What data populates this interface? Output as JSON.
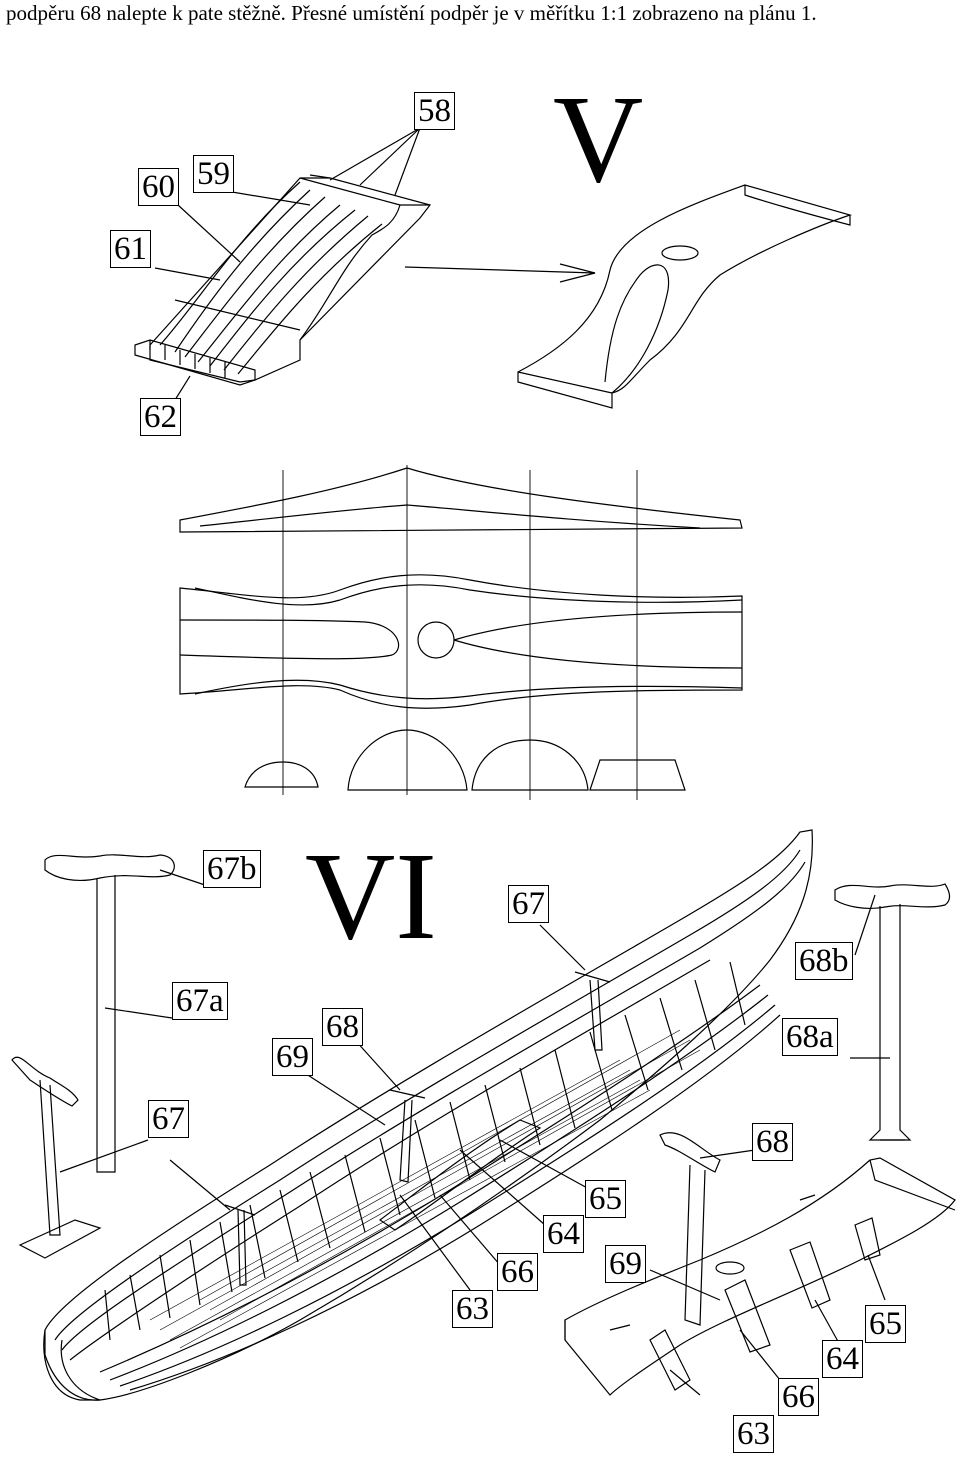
{
  "intro_text": "podpěru 68 nalepte k pate stěžně. Přesné umístění podpěr je v měřítku 1:1 zobrazeno na plánu 1.",
  "sections": {
    "five": "V",
    "six": "VI"
  },
  "labels": {
    "p58": "58",
    "p59": "59",
    "p60": "60",
    "p61": "61",
    "p62": "62",
    "p67b": "67b",
    "p67a": "67a",
    "p67_left": "67",
    "p67_top": "67",
    "p68_mid": "68",
    "p69_mid": "69",
    "p65_mid": "65",
    "p64_mid": "64",
    "p66_mid": "66",
    "p63_mid": "63",
    "p68b": "68b",
    "p68a": "68a",
    "p68_right": "68",
    "p69_right": "69",
    "p65_right": "65",
    "p64_right": "64",
    "p66_right": "66",
    "p63_right": "63"
  }
}
